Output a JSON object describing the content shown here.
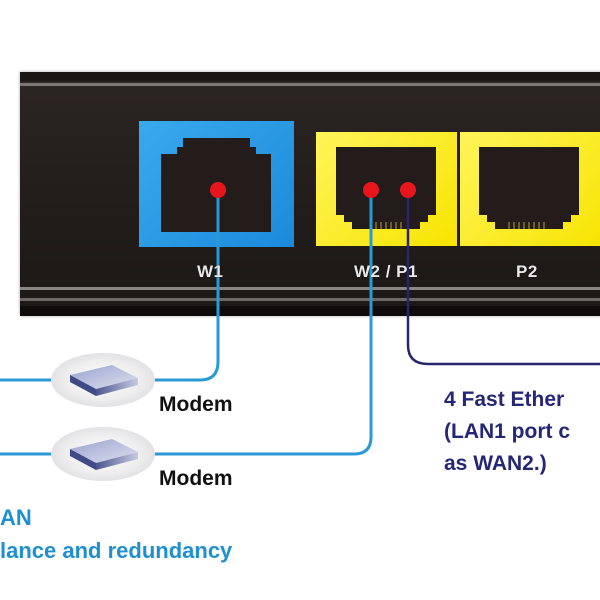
{
  "device": {
    "ports": [
      {
        "id": "w1",
        "label": "W1",
        "type": "RJ-11",
        "color": "#2a9ae4"
      },
      {
        "id": "w2p1",
        "label": "W2 / P1",
        "type": "RJ-45",
        "color": "#f9ec1c"
      },
      {
        "id": "p2",
        "label": "P2",
        "type": "RJ-45",
        "color": "#f9ec1c"
      }
    ],
    "body_color": "#241f1d",
    "connection_dot_color": "#e8161c"
  },
  "connections": {
    "wan_line_color": "#2a9ad6",
    "lan_line_color": "#26256e"
  },
  "modems": [
    {
      "label": "Modem"
    },
    {
      "label": "Modem"
    }
  ],
  "lan_caption": {
    "lines": [
      "4 Fast Ether",
      "(LAN1 port c",
      "as WAN2.)"
    ],
    "color": "#262676"
  },
  "wan_caption": {
    "lines": [
      "AN",
      "lance and redundancy"
    ],
    "color": "#1e8fcf"
  }
}
